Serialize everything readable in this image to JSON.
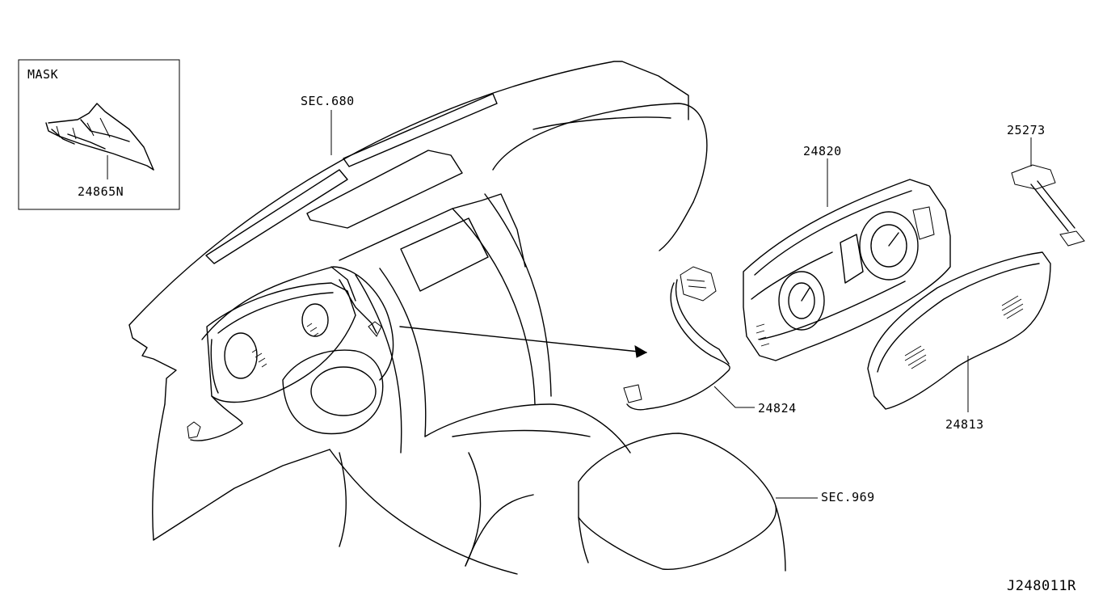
{
  "inset": {
    "title": "MASK",
    "part_number": "24865N"
  },
  "callouts": {
    "sec_680": "SEC.680",
    "part_24820": "24820",
    "part_25273": "25273",
    "part_24824": "24824",
    "part_24813": "24813",
    "sec_969": "SEC.969"
  },
  "diagram_id": "J248011R"
}
